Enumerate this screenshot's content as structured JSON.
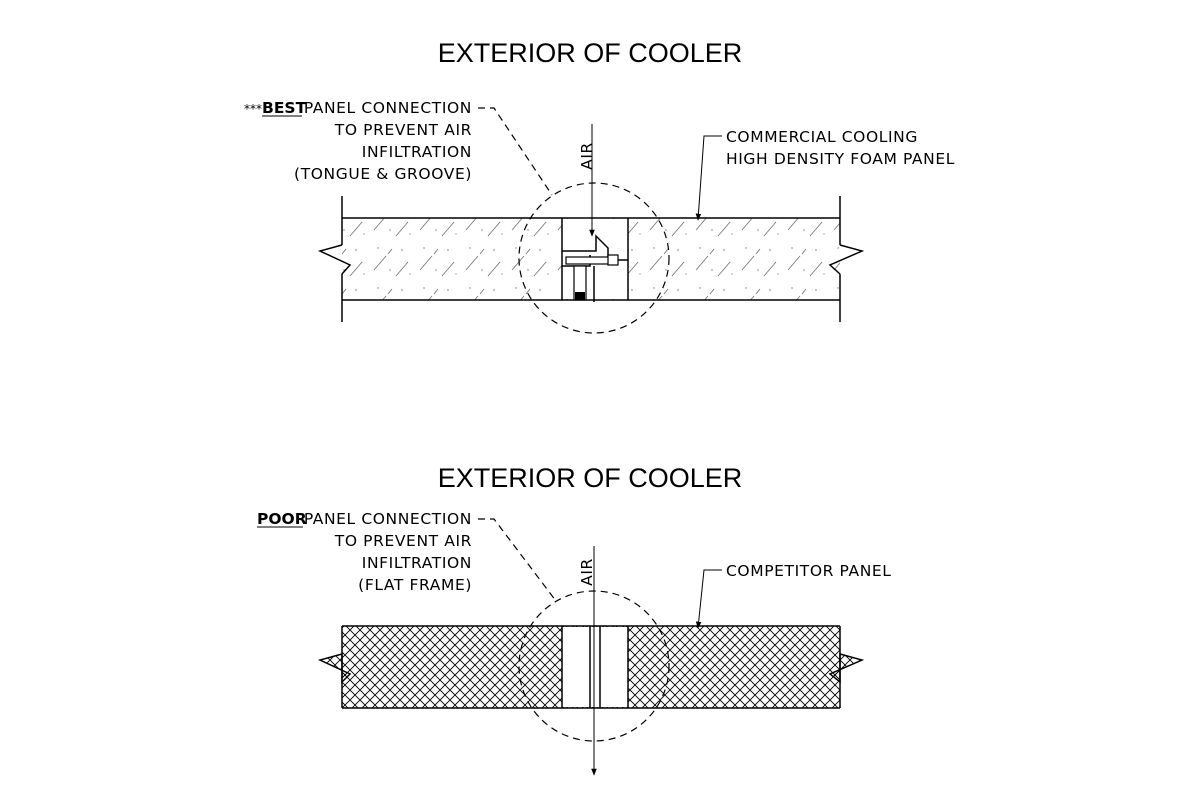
{
  "top_detail": {
    "title": "EXTERIOR OF COOLER",
    "callout_prefix": "***",
    "callout_emphasis": "BEST",
    "callout_line1_rest": "PANEL CONNECTION",
    "callout_line2": "TO PREVENT AIR",
    "callout_line3": "INFILTRATION",
    "callout_line4": "(TONGUE & GROOVE)",
    "air_label": "AIR",
    "panel_label_line1": "COMMERCIAL COOLING",
    "panel_label_line2": "HIGH DENSITY FOAM PANEL"
  },
  "bottom_detail": {
    "title": "EXTERIOR OF COOLER",
    "callout_emphasis": "POOR",
    "callout_line1_rest": "PANEL CONNECTION",
    "callout_line2": "TO PREVENT AIR",
    "callout_line3": "INFILTRATION",
    "callout_line4": "(FLAT FRAME)",
    "air_label": "AIR",
    "panel_label": "COMPETITOR PANEL"
  },
  "colors": {
    "line": "#000000",
    "background": "#ffffff"
  }
}
